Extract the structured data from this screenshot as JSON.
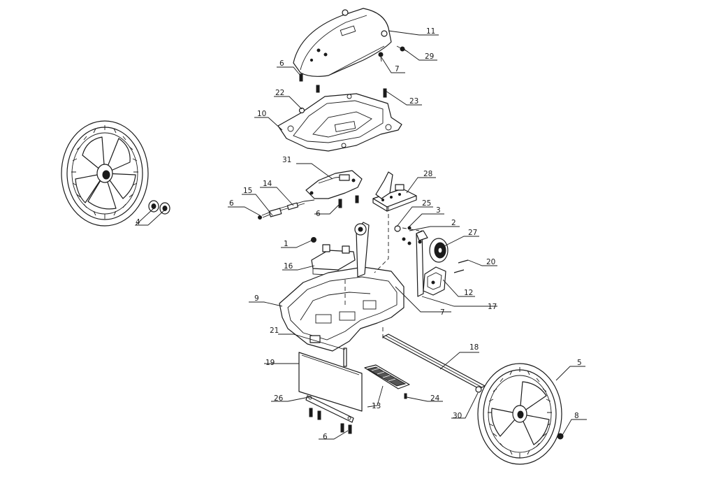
{
  "callouts": [
    {
      "id": "c11",
      "label": "11"
    },
    {
      "id": "c29",
      "label": "29"
    },
    {
      "id": "c7a",
      "label": "7"
    },
    {
      "id": "c6a",
      "label": "6"
    },
    {
      "id": "c22",
      "label": "22"
    },
    {
      "id": "c23",
      "label": "23"
    },
    {
      "id": "c10",
      "label": "10"
    },
    {
      "id": "c31",
      "label": "31"
    },
    {
      "id": "c28",
      "label": "28"
    },
    {
      "id": "c14",
      "label": "14"
    },
    {
      "id": "c15",
      "label": "15"
    },
    {
      "id": "c6b",
      "label": "6"
    },
    {
      "id": "c6c",
      "label": "6"
    },
    {
      "id": "c25",
      "label": "25"
    },
    {
      "id": "c3",
      "label": "3"
    },
    {
      "id": "c2",
      "label": "2"
    },
    {
      "id": "c4",
      "label": "4"
    },
    {
      "id": "c1",
      "label": "1"
    },
    {
      "id": "c27",
      "label": "27"
    },
    {
      "id": "c16",
      "label": "16"
    },
    {
      "id": "c20",
      "label": "20"
    },
    {
      "id": "c12",
      "label": "12"
    },
    {
      "id": "c9",
      "label": "9"
    },
    {
      "id": "c17",
      "label": "17"
    },
    {
      "id": "c7b",
      "label": "7"
    },
    {
      "id": "c21",
      "label": "21"
    },
    {
      "id": "c18",
      "label": "18"
    },
    {
      "id": "c5",
      "label": "5"
    },
    {
      "id": "c19",
      "label": "19"
    },
    {
      "id": "c26",
      "label": "26"
    },
    {
      "id": "c24",
      "label": "24"
    },
    {
      "id": "c13",
      "label": "13"
    },
    {
      "id": "c30",
      "label": "30"
    },
    {
      "id": "c8",
      "label": "8"
    },
    {
      "id": "c6d",
      "label": "6"
    }
  ]
}
